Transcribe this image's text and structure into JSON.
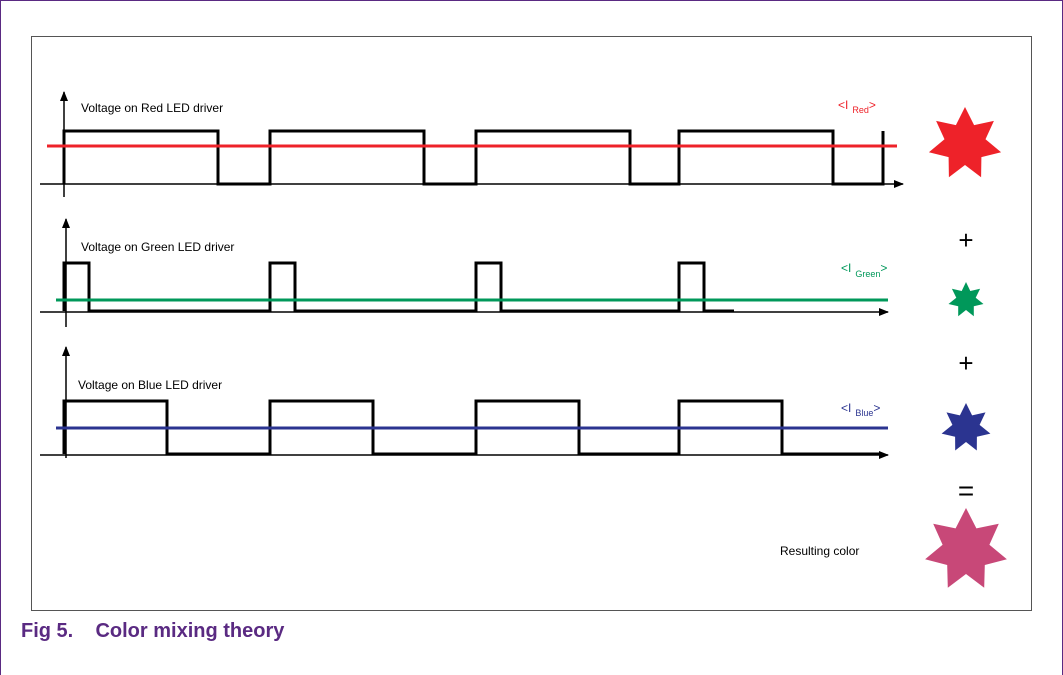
{
  "figure": {
    "caption": "Fig 5.    Color mixing theory"
  },
  "colors": {
    "red": "#ee2229",
    "green": "#00985a",
    "blue": "#2b3490",
    "result": "#c84878",
    "caption": "#5a2a82",
    "signal": "#000000"
  },
  "channels": [
    {
      "key": "red",
      "label": "Voltage on Red LED driver",
      "avg_prefix": "<I",
      "avg_sub": "Red",
      "avg_suffix": ">",
      "duty_cycle": 0.75
    },
    {
      "key": "green",
      "label": "Voltage on Green LED driver",
      "avg_prefix": "<I",
      "avg_sub": "Green",
      "avg_suffix": ">",
      "duty_cycle": 0.12
    },
    {
      "key": "blue",
      "label": "Voltage on Blue LED driver",
      "avg_prefix": "<I",
      "avg_sub": "Blue",
      "avg_suffix": ">",
      "duty_cycle": 0.5
    }
  ],
  "operators": {
    "plus": "+",
    "equals": "="
  },
  "result_label": "Resulting color",
  "icons": {
    "star": "star-icon"
  }
}
